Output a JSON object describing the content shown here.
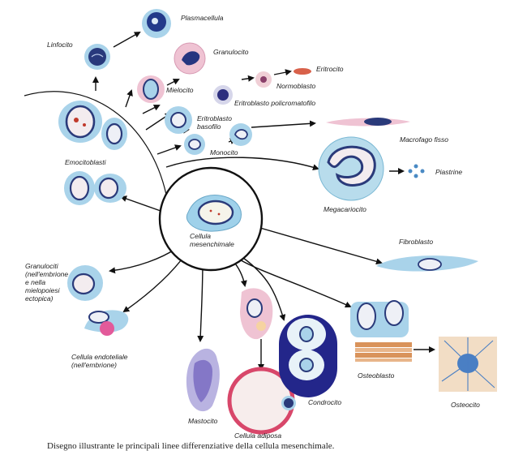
{
  "diagram": {
    "center_label": "Cellula\nmesenchimale",
    "labels": {
      "plasmacellula": "Plasmacellula",
      "linfocito": "Linfocito",
      "granulocito": "Granulocito",
      "eritrocito": "Eritrocito",
      "mielocito": "Mielocito",
      "normoblasto": "Normoblasto",
      "eritroblasto_policromatofilo": "Eritroblasto policromatofilo",
      "eritroblasto_basofilo": "Eritroblasto\nbasofilo",
      "monocito": "Monocito",
      "macrofago_fisso": "Macrofago fisso",
      "emocitoblasti": "Emocitoblasti",
      "piastrine": "Piastrine",
      "megacariocito": "Megacariocito",
      "fibroblasto": "Fibroblasto",
      "granulociti_embrione": "Granulociti\n(nell'embrione\ne nella\nmielopoiesi\nectopica)",
      "cellula_endoteliale": "Cellula endoteliale\n(nell'embrione)",
      "osteoblasto": "Osteoblasto",
      "osteocito": "Osteocito",
      "condrocito": "Condrocito",
      "mastocito": "Mastocito",
      "cellula_adiposa": "Cellula adiposa"
    },
    "caption": "Disegno illustrante le principali linee differenziative della cellula mesenchimale."
  },
  "colors": {
    "arrow": "#111111",
    "nucleus": "#2a3a7a",
    "cell_blue": "#a9d3ea",
    "cell_pink": "#efc3d3",
    "chondro": "#23268a",
    "adipose_ring": "#d8476a",
    "bone_orange": "#d9935b"
  }
}
